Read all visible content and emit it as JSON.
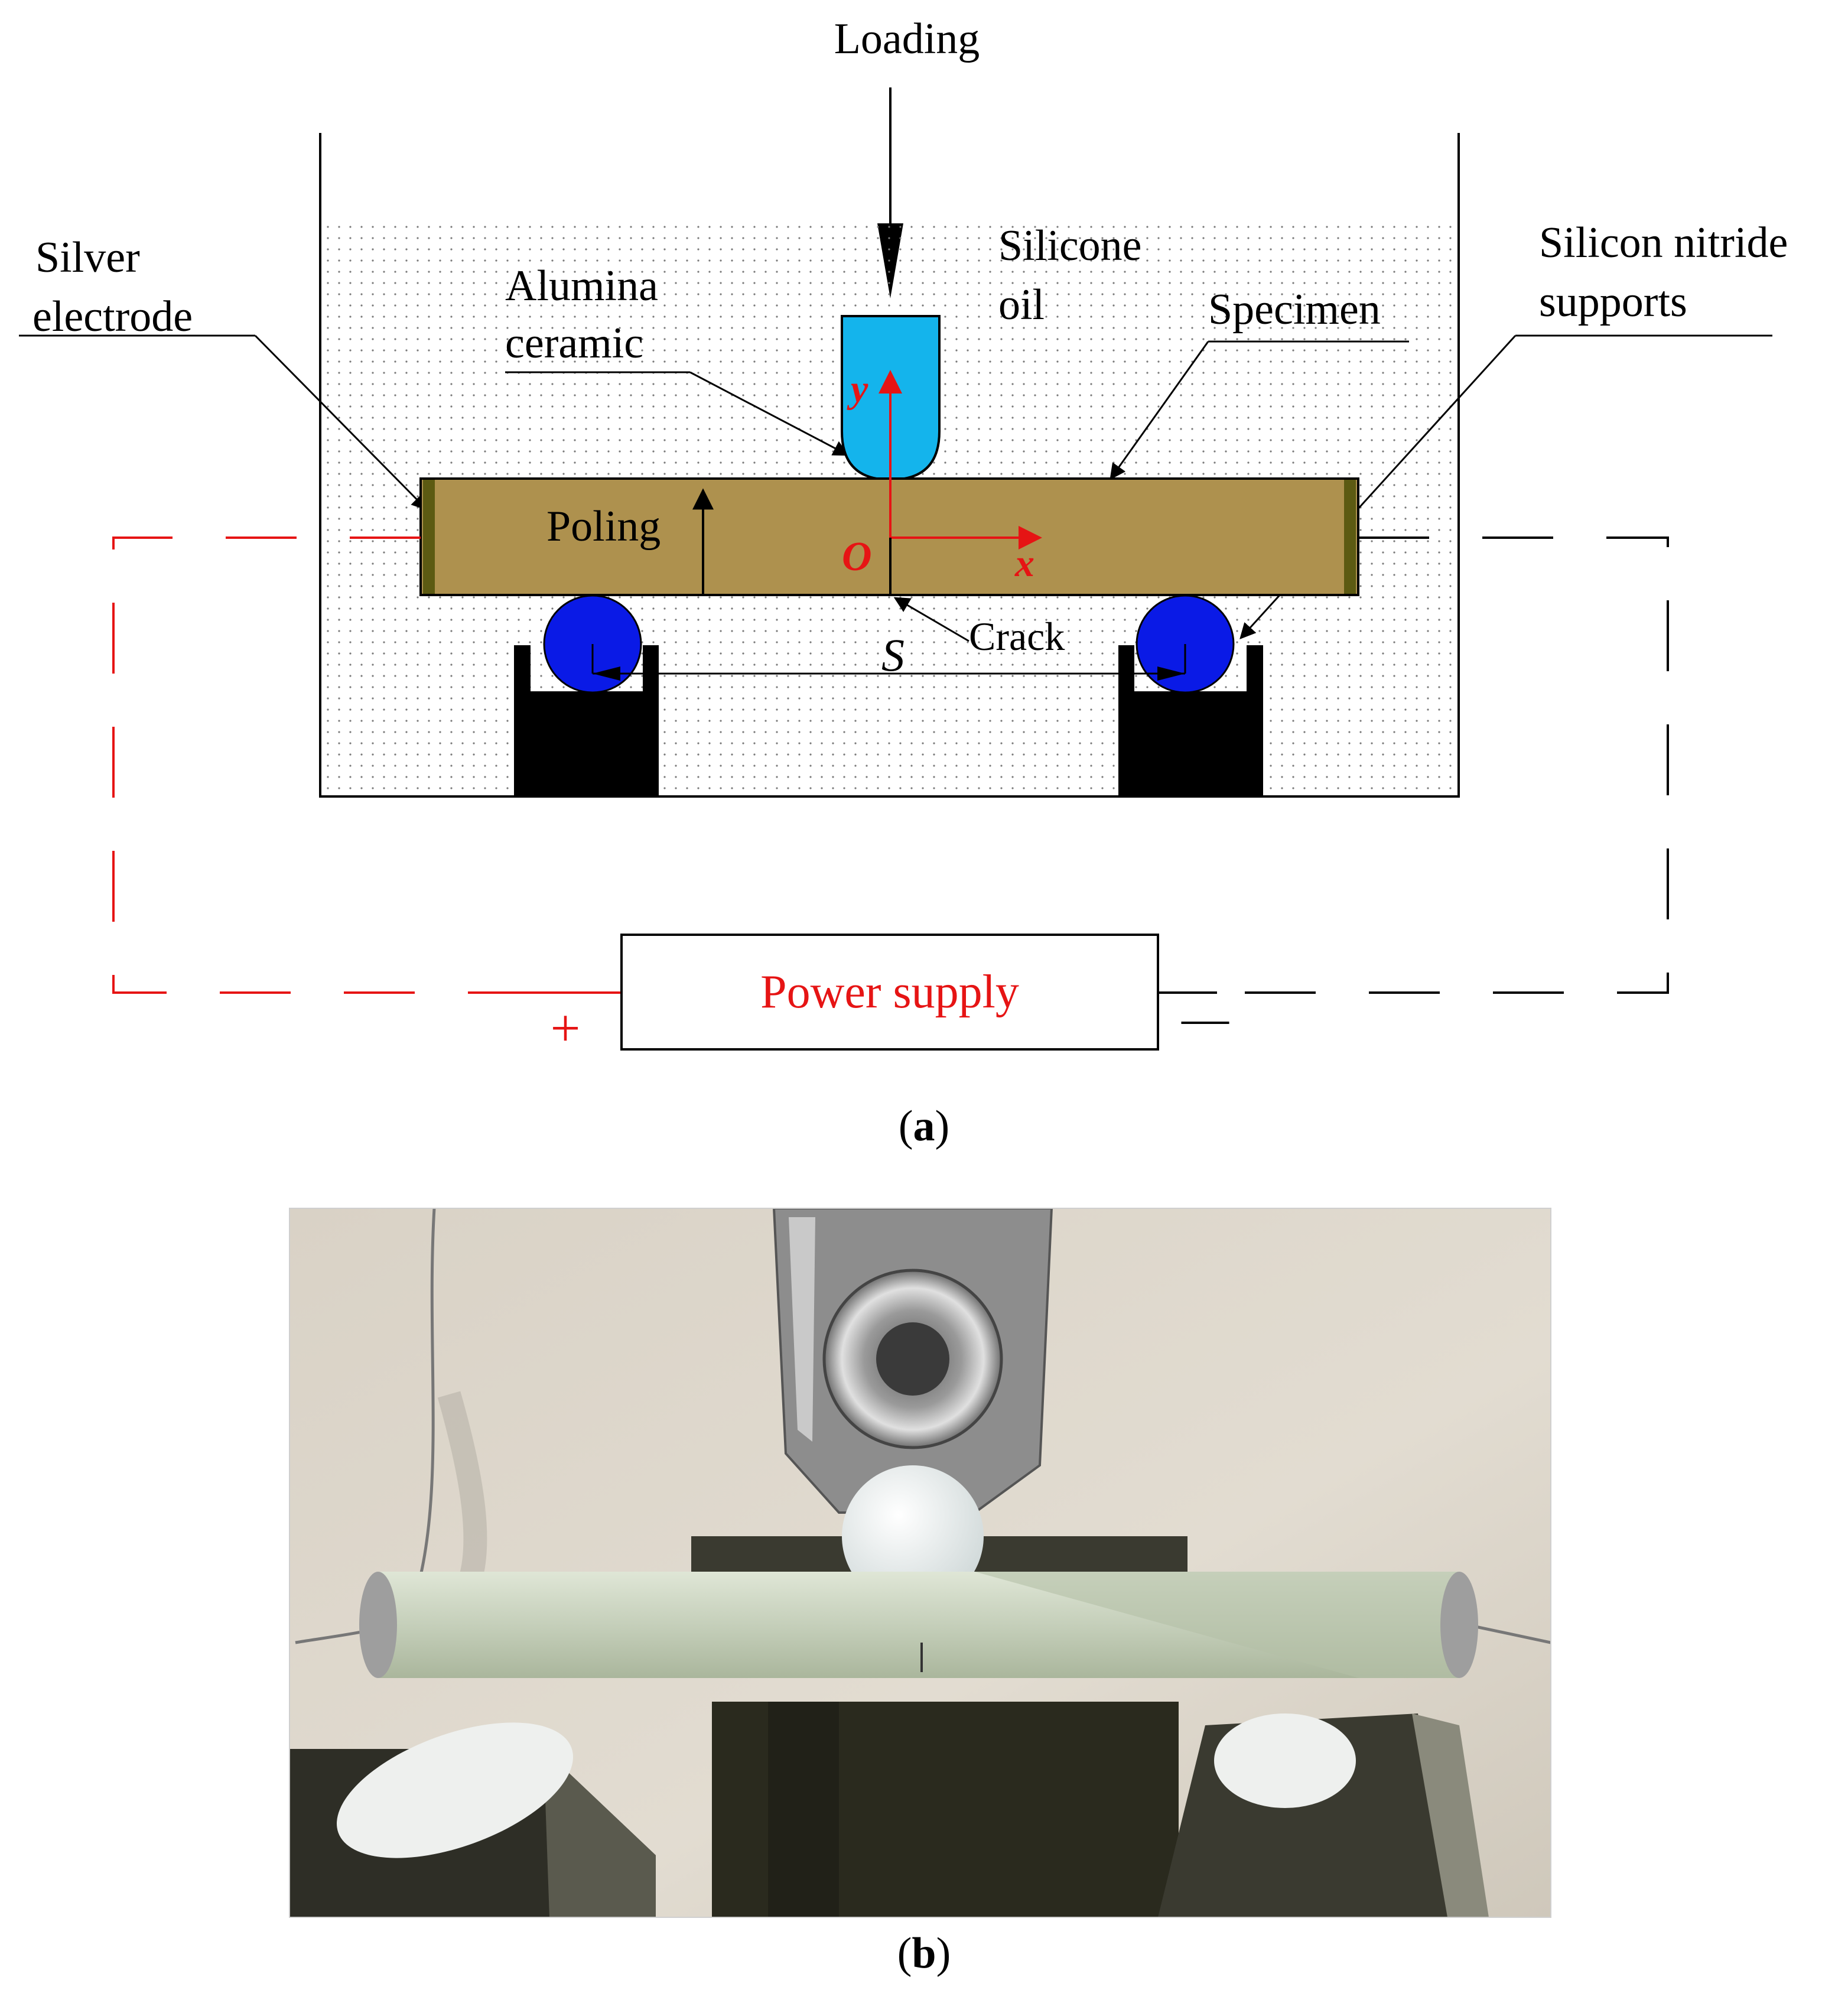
{
  "figure": {
    "labels": {
      "loading": "Loading",
      "silicone_oil_line1": "Silicone",
      "silicone_oil_line2": "oil",
      "silicon_nitride_line1": "Silicon nitride",
      "silicon_nitride_line2": "supports",
      "silver_electrode_line1": "Silver",
      "silver_electrode_line2": "electrode",
      "alumina_line1": "Alumina",
      "alumina_line2": "ceramic",
      "specimen": "Specimen",
      "poling": "Poling",
      "origin": "O",
      "x_axis": "x",
      "y_axis": "y",
      "crack": "Crack",
      "span": "S",
      "power_supply": "Power supply",
      "plus": "+",
      "minus": "—"
    },
    "captions": {
      "a_open": "(",
      "a_letter": "a",
      "a_close": ")",
      "b_open": "(",
      "b_letter": "b",
      "b_close": ")"
    },
    "colors": {
      "specimen": "#AE914E",
      "electrode": "#5C5A12",
      "indenter": "#14B4EC",
      "supports": "#0A1AE6",
      "fixture": "#000000",
      "red": "#E61414",
      "photo_background": "#DCD6CC",
      "photo_bar": "#C9D3BE"
    }
  }
}
